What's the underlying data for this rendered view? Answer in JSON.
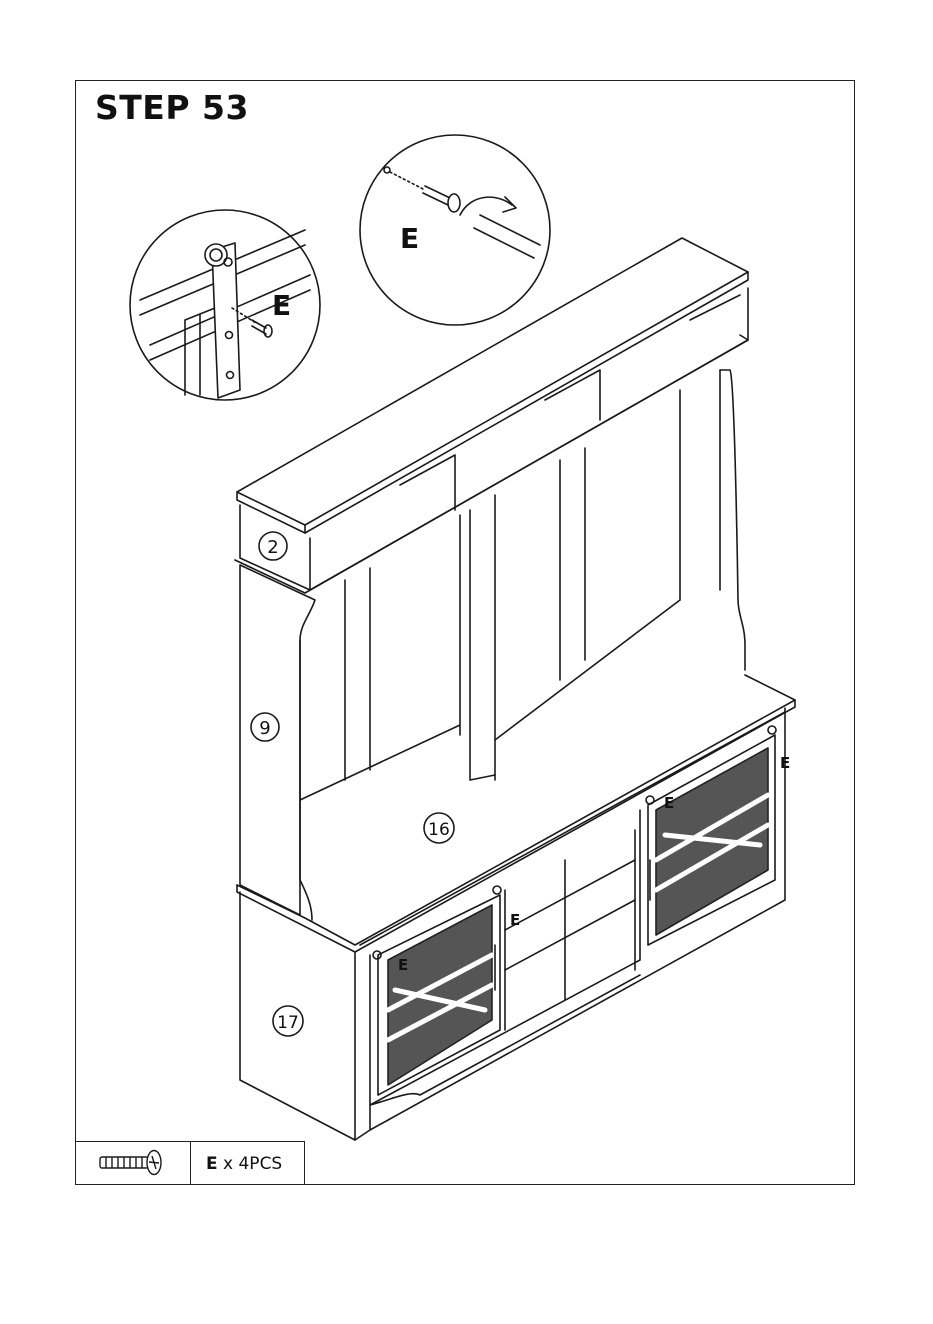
{
  "step": {
    "title": "STEP 53"
  },
  "labels": {
    "part_2": "2",
    "part_9": "9",
    "part_16": "16",
    "part_17": "17",
    "hardware_e": "E"
  },
  "parts_list": [
    {
      "icon": "screw-icon",
      "code": "E",
      "qty_text": "x 4PCS"
    }
  ]
}
